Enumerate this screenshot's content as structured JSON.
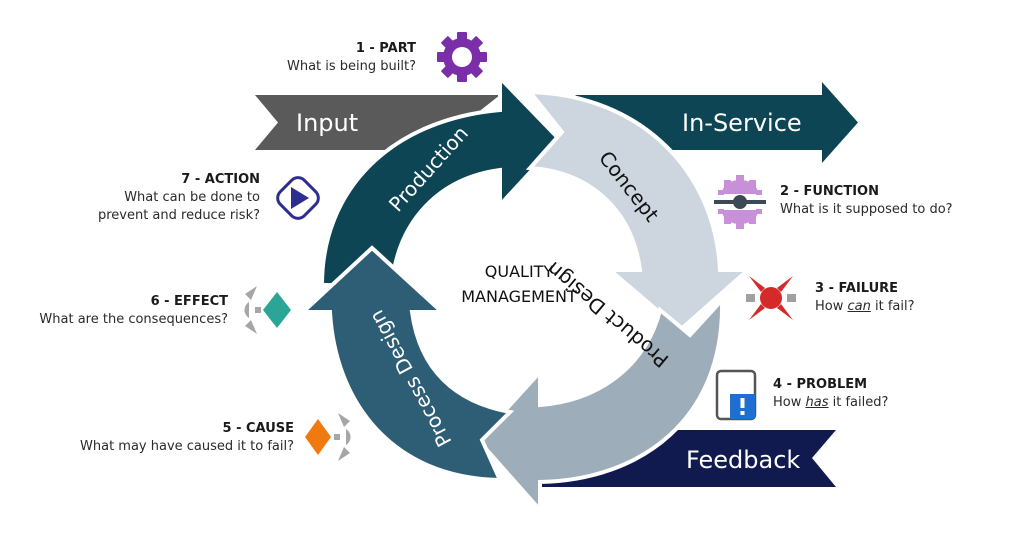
{
  "title": "Quality Management",
  "center_label": [
    "QUALITY",
    "MANAGEMENT"
  ],
  "banners": {
    "input": "Input",
    "in_service": "In-Service",
    "feedback": "Feedback"
  },
  "cycle_segments": [
    {
      "label": "Production",
      "color": "#0e4555"
    },
    {
      "label": "Concept",
      "color": "#cdd6de"
    },
    {
      "label": "Product Design",
      "color": "#9eadba"
    },
    {
      "label": "Process Design",
      "color": "#2e5e75"
    }
  ],
  "colors": {
    "input_banner": "#5a5a5a",
    "in_service_banner": "#0e4555",
    "feedback_banner": "#101a4f",
    "part_icon": "#7a2fa8",
    "function_icon": "#c890d8",
    "failure_icon": "#d42a2a",
    "problem_icon": "#1f6fd0",
    "cause_icon": "#f07a10",
    "effect_icon": "#2aa596",
    "action_icon": "#2d2e8f"
  },
  "steps": [
    {
      "num": "1",
      "title": "1 - PART",
      "desc": "What is being built?",
      "icon": "gear-icon"
    },
    {
      "num": "2",
      "title": "2 - FUNCTION",
      "desc": "What is it supposed to do?",
      "icon": "function-gear-icon"
    },
    {
      "num": "3",
      "title": "3 - FAILURE",
      "desc_pre": "How ",
      "desc_em": "can",
      "desc_post": " it fail?",
      "icon": "failure-burst-icon"
    },
    {
      "num": "4",
      "title": "4 - PROBLEM",
      "desc_pre": "How ",
      "desc_em": "has",
      "desc_post": " it failed?",
      "icon": "problem-alert-icon"
    },
    {
      "num": "5",
      "title": "5 - CAUSE",
      "desc": "What may have caused it to fail?",
      "icon": "cause-diamond-icon"
    },
    {
      "num": "6",
      "title": "6 - EFFECT",
      "desc": "What are the consequences?",
      "icon": "effect-diamond-icon"
    },
    {
      "num": "7",
      "title": "7 - ACTION",
      "desc_line1": "What can be done to",
      "desc_line2": "prevent and reduce risk?",
      "icon": "play-action-icon"
    }
  ]
}
